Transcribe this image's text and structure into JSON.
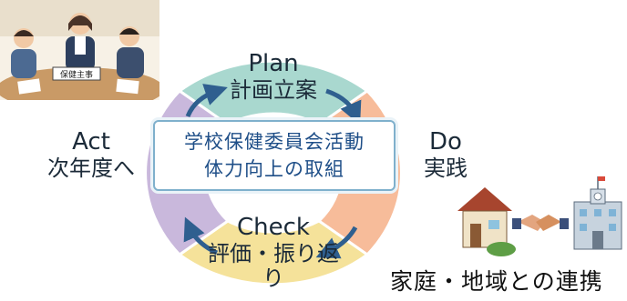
{
  "center": {
    "line1": "学校保健委員会活動",
    "line2": "体力向上の取組"
  },
  "plan": {
    "en": "Plan",
    "jp": "計画立案"
  },
  "do": {
    "en": "Do",
    "jp": "実践"
  },
  "check": {
    "en": "Check",
    "jp": "評価・振り返り"
  },
  "act": {
    "en": "Act",
    "jp": "次年度へ"
  },
  "community_label": "家庭・地域との連携",
  "meeting_illustration": {
    "name_plate": "保健主事"
  },
  "colors": {
    "plan": "#a9d8cf",
    "do": "#f7bc9a",
    "check": "#f5e29a",
    "act": "#c9b8dc",
    "arrow": "#2f5f8f",
    "center_text": "#1f4f88"
  }
}
